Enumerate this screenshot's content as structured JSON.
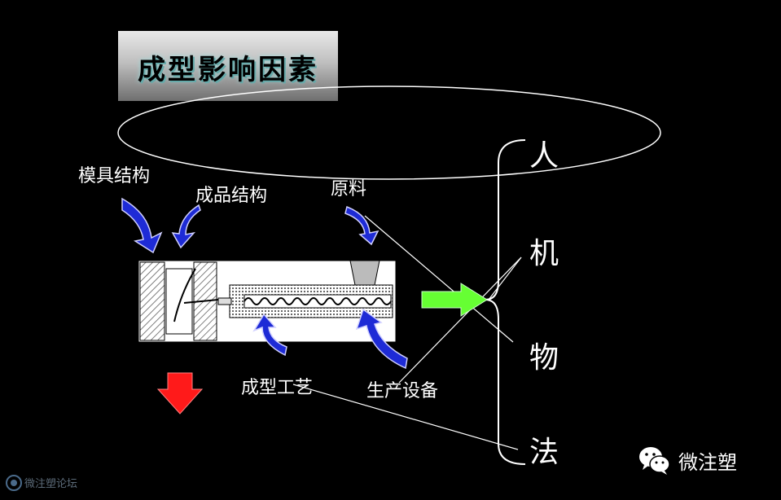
{
  "title": "成型影响因素",
  "labels": {
    "mold": "模具结构",
    "product": "成品结构",
    "material": "原料",
    "process": "成型工艺",
    "equipment": "生产设备"
  },
  "factors": [
    "人",
    "机",
    "物",
    "法"
  ],
  "watermark": {
    "wechat_label": "微注塑",
    "forum_label": "微注塑论坛"
  },
  "colors": {
    "background": "#000000",
    "blue_arrow": "#1e2bd6",
    "green_arrow": "#66ff33",
    "red_arrow": "#ff1a1a",
    "lines": "#ffffff"
  }
}
